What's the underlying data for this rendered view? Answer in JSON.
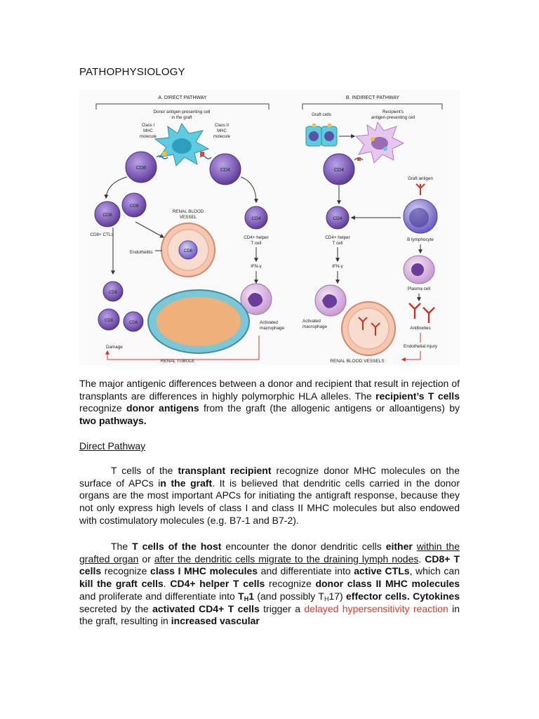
{
  "heading": "PATHOPHYSIOLOGY",
  "figure": {
    "panel_a_title": "A. DIRECT PATHWAY",
    "panel_b_title": "B. INDIRECT PATHWAY",
    "donor_apc": "Donor antigen-presenting cell",
    "donor_apc2": "in the graft",
    "class1_l1": "Class I",
    "class1_l2": "MHC",
    "class1_l3": "molecule",
    "class2_l1": "Class II",
    "class2_l2": "MHC",
    "class2_l3": "molecule",
    "cd8": "CD8",
    "cd4": "CD4",
    "cd8_ctls": "CD8+ CTLs",
    "renal_vessel_l1": "RENAL BLOOD",
    "renal_vessel_l2": "VESSEL",
    "endothelitis": "Endothelitis",
    "cd4_helper_l1": "CD4+ helper",
    "cd4_helper_l2": "T cell",
    "ifn": "IFN-γ",
    "activated_l1": "Activated",
    "activated_l2": "macrophage",
    "damage": "Damage",
    "renal_tubule": "RENAL TUBULE",
    "graft_cells": "Graft cells",
    "recipient_apc_l1": "Recipient's",
    "recipient_apc_l2": "antigen-presenting cell",
    "graft_antigen": "Graft antigen",
    "b_lymphocyte": "B lymphocyte",
    "plasma_cell": "Plasma cell",
    "antibodies": "Antibodies",
    "endothelial_injury": "Endothelial injury",
    "renal_blood_vessels": "RENAL BLOOD VESSELS"
  },
  "para1": {
    "t1": "The major antigenic differences between a donor and recipient that result in rejection of transplants are differences in highly polymorphic HLA alleles. The ",
    "b1": "recipient’s T cells",
    "t2": " recognize ",
    "b2": "donor antigens",
    "t3": " from the graft (the allogenic antigens or alloantigens) by ",
    "b3": "two pathways."
  },
  "subheading": "Direct Pathway",
  "para2": {
    "t1": "T cells of the ",
    "b1": "transplant recipient",
    "t2": " recognize donor MHC molecules on the surface of APCs i",
    "b2": "n the graft",
    "t3": ". It is believed that dendritic cells carried in the donor organs are the most important APCs for initiating the antigraft response, because they not only express high levels of class I and class II MHC molecules but also endowed with costimulatory molecules (e.g. B7-1 and B7-2)."
  },
  "para3": {
    "t1": "The ",
    "b1": "T cells of the host",
    "t2": " encounter the donor dendritic cells ",
    "b2": "either",
    "t3": " ",
    "u1": "within the grafted organ",
    "t4": " or ",
    "u2": "after the dendritic cells migrate to the draining lymph nodes",
    "t5": ". ",
    "b3": "CD8+ T cells",
    "t6": " recognize ",
    "b4": "class I MHC molecules",
    "t7": " and differentiate into ",
    "b5": "active CTLs",
    "t8": ", which can ",
    "b6": "kill the graft cells",
    "t9": ". ",
    "b7": "CD4+ helper T cells",
    "t10": " recognize ",
    "b8": "donor class II MHC molecules",
    "t11": " and proliferate and differentiate into ",
    "b9a": "T",
    "b9sub": "H",
    "b9b": "1",
    "t12": " (and possibly T",
    "t12sub": "H",
    "t12b": "17) ",
    "b10": "effector cells.",
    "t13": " ",
    "b11": "Cytokines",
    "t14": " secreted by the ",
    "b12": "activated CD4+ T cells",
    "t15": " trigger a ",
    "r1": "delayed hypersensitivity reaction",
    "t16": " in the graft, resulting in ",
    "b13": "increased vascular"
  },
  "colors": {
    "tcell": "#7d5bb5",
    "apc": "#4fc3d9",
    "tubule": "#f0b07a",
    "arrow_red": "#d8322b",
    "text_red": "#e23a2d"
  }
}
